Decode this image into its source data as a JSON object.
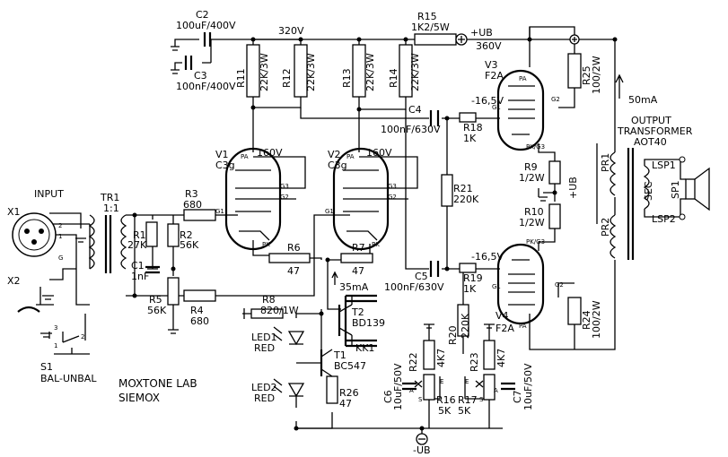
{
  "resistors": {
    "r1": {
      "ref": "R1",
      "val": "27K"
    },
    "r2": {
      "ref": "R2",
      "val": "56K"
    },
    "r3": {
      "ref": "R3",
      "val": "680"
    },
    "r4": {
      "ref": "R4",
      "val": "680"
    },
    "r5": {
      "ref": "R5",
      "val": "56K"
    },
    "r6": {
      "ref": "R6",
      "val": "47"
    },
    "r7": {
      "ref": "R7",
      "val": "47"
    },
    "r8": {
      "ref": "R8",
      "val": "820/1W"
    },
    "r9": {
      "ref": "R9",
      "val": "1/2W"
    },
    "r10": {
      "ref": "R10",
      "val": "1/2W"
    },
    "r11": {
      "ref": "R11",
      "val": "22K/3W"
    },
    "r12": {
      "ref": "R12",
      "val": "22K/3W"
    },
    "r13": {
      "ref": "R13",
      "val": "22K/3W"
    },
    "r14": {
      "ref": "R14",
      "val": "22K/3W"
    },
    "r15": {
      "ref": "R15",
      "val": "1K2/5W"
    },
    "r16": {
      "ref": "R16",
      "val": "5K"
    },
    "r17": {
      "ref": "R17",
      "val": "5K"
    },
    "r18": {
      "ref": "R18",
      "val": "1K"
    },
    "r19": {
      "ref": "R19",
      "val": "1K"
    },
    "r20": {
      "ref": "R20",
      "val": "220K"
    },
    "r21": {
      "ref": "R21",
      "val": "220K"
    },
    "r22": {
      "ref": "R22",
      "val": "4K7"
    },
    "r23": {
      "ref": "R23",
      "val": "4K7"
    },
    "r24": {
      "ref": "R24",
      "val": "100/2W"
    },
    "r25": {
      "ref": "R25",
      "val": "100/2W"
    },
    "r26": {
      "ref": "R26",
      "val": "47"
    }
  },
  "capacitors": {
    "c1": {
      "ref": "C1",
      "val": "1nF"
    },
    "c2": {
      "ref": "C2",
      "val": "100uF/400V"
    },
    "c3": {
      "ref": "C3",
      "val": "100nF/400V"
    },
    "c4": {
      "ref": "C4",
      "val": "100nF/630V"
    },
    "c5": {
      "ref": "C5",
      "val": "100nF/630V"
    },
    "c6": {
      "ref": "C6",
      "val": "10uF/50V"
    },
    "c7": {
      "ref": "C7",
      "val": "10uF/50V"
    }
  },
  "tubes": {
    "v1": {
      "ref": "V1",
      "type": "C3g",
      "anode_v": "160V"
    },
    "v2": {
      "ref": "V2",
      "type": "C3g",
      "anode_v": "160V"
    },
    "v3": {
      "ref": "V3",
      "type": "F2A",
      "grid_v": "-16,5V"
    },
    "v4": {
      "ref": "V4",
      "type": "F2A",
      "grid_v": "-16,5V"
    }
  },
  "pins": {
    "pa": "PA",
    "pk": "PK",
    "pkg3": "PK/G3",
    "g1": "G1",
    "g2": "G2",
    "g3": "G3"
  },
  "transistors": {
    "t1": {
      "ref": "T1",
      "type": "BC547"
    },
    "t2": {
      "ref": "T2",
      "type": "BD139"
    }
  },
  "heatsink": "KK1",
  "leds": {
    "led1": {
      "ref": "LED1",
      "color": "RED"
    },
    "led2": {
      "ref": "LED2",
      "color": "RED"
    }
  },
  "input": {
    "title": "INPUT",
    "x1": "X1",
    "x2": "X2",
    "pin1": "1",
    "pin2": "2",
    "pin3": "3",
    "pin_g": "G",
    "tr1": "TR1",
    "tr1_ratio": "1:1"
  },
  "switch": {
    "ref": "S1",
    "label": "BAL-UNBAL",
    "p1": "1",
    "p2": "2",
    "p3": "3"
  },
  "rails": {
    "b320": "320V",
    "ub": "+UB",
    "ub_v": "360V",
    "ub_plus": "+UB",
    "ub_minus": "-UB"
  },
  "current": {
    "out": "50mA",
    "ccs": "35mA"
  },
  "output": {
    "line1": "OUTPUT",
    "line2": "TRANSFORMER",
    "model": "AOT40",
    "pr1": "PR1",
    "pr2": "PR2",
    "sec": "SEC",
    "lsp1": "LSP1",
    "lsp2": "LSP2",
    "sp1": "SP1"
  },
  "pot_pins": {
    "a": "A",
    "e": "E",
    "s": "S"
  },
  "credits": {
    "line1": "MOXTONE LAB",
    "line2": "SIEMOX"
  }
}
